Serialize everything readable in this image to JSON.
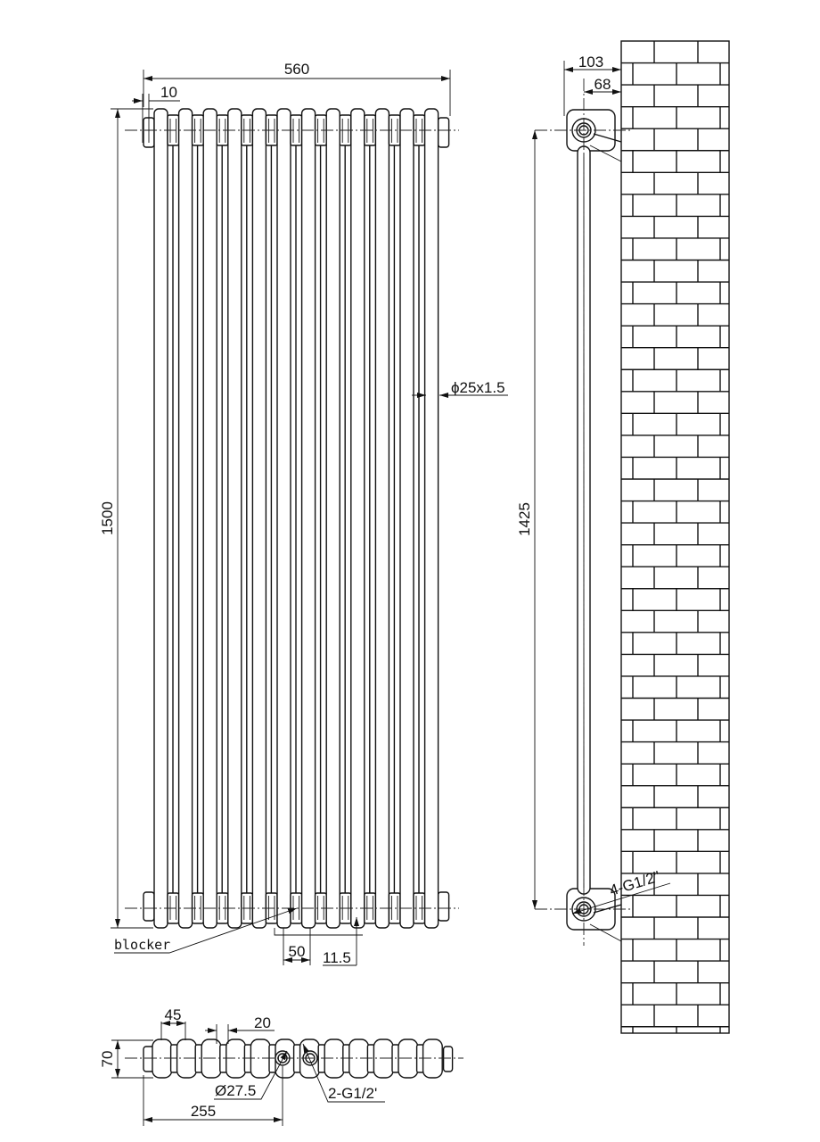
{
  "front_view": {
    "width_label": "560",
    "offset_label": "10",
    "height_label": "1500",
    "tube_label": "ϕ25x1.5",
    "blocker_label": "blocker",
    "spacing_label": "50",
    "inset_label": "11.5",
    "column_count": 12
  },
  "side_view": {
    "depth_label": "103",
    "wall_offset_label": "68",
    "centers_label": "1425",
    "connection_label": "4-G1/2\""
  },
  "top_view": {
    "pitch_label": "45",
    "gap_label": "20",
    "depth_label": "70",
    "pipe_diameter_label": "Ø27.5",
    "position_label": "255",
    "thread_label": "2-G1/2'"
  }
}
